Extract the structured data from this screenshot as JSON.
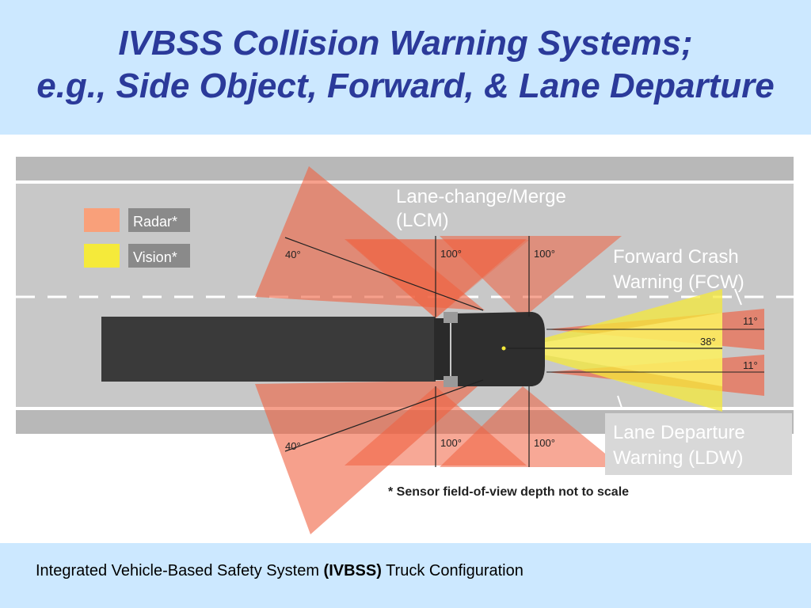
{
  "title": {
    "line1": "IVBSS Collision Warning Systems;",
    "line2": "e.g., Side Object, Forward, & Lane Departure"
  },
  "legend": {
    "radar": "Radar*",
    "vision": "Vision*"
  },
  "labels": {
    "lcm_line1": "Lane-change/Merge",
    "lcm_line2": "(LCM)",
    "fcw_line1": "Forward Crash",
    "fcw_line2": "Warning (FCW)",
    "ldw_line1": "Lane Departure",
    "ldw_line2": "Warning (LDW)",
    "note": "* Sensor field-of-view depth not to scale"
  },
  "angles": {
    "rear_top": "40°",
    "rear_bottom": "40°",
    "side_top_left": "100°",
    "side_top_right": "100°",
    "side_bottom_left": "100°",
    "side_bottom_right": "100°",
    "forward_top": "11°",
    "forward_mid": "38°",
    "forward_bottom": "11°"
  },
  "caption": {
    "prefix": "Integrated Vehicle-Based Safety System ",
    "bold": "(IVBSS)",
    "suffix": " Truck Configuration"
  },
  "colors": {
    "header_bg": "#cce8ff",
    "title_text": "#2b3a9a",
    "radar": "#f06040",
    "vision": "#f5ea3a",
    "road": "#c8c8c8",
    "truck": "#3a3a3a"
  }
}
